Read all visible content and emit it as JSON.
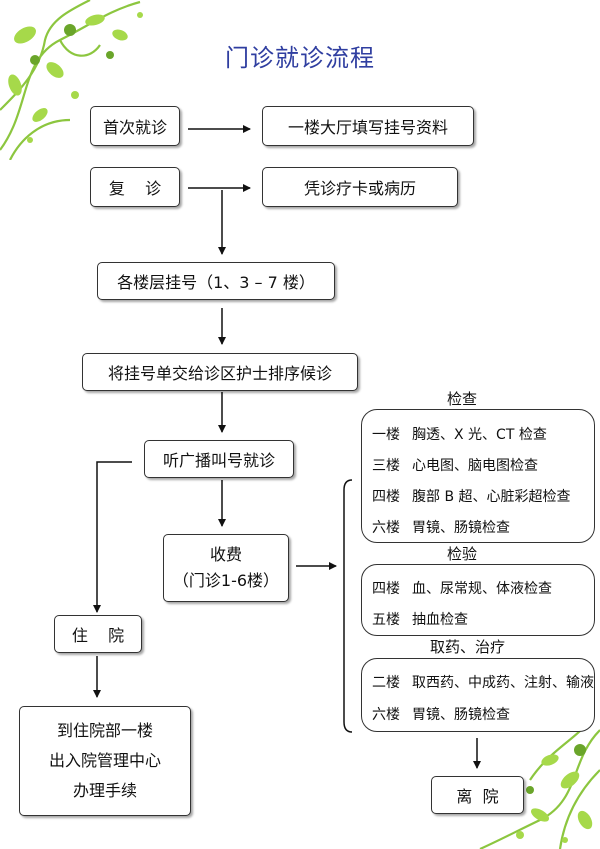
{
  "title": "门诊就诊流程",
  "steps": {
    "first_visit": "首次就诊",
    "first_visit_action": "一楼大厅填写挂号资料",
    "revisit": "复    诊",
    "revisit_action": "凭诊疗卡或病历",
    "register": "各楼层挂号（1、3 – 7 楼）",
    "queue": "将挂号单交给诊区护士排序候诊",
    "call": "听广播叫号就诊",
    "pay_line1": "收费",
    "pay_line2": "（门诊1-6楼）",
    "hospitalize": "住    院",
    "admission_line1": "到住院部一楼",
    "admission_line2": "出入院管理中心",
    "admission_line3": "办理手续",
    "leave": "离  院"
  },
  "sections": [
    {
      "label": "检查",
      "rows": [
        {
          "floor": "一楼",
          "text": "胸透、X 光、CT 检查"
        },
        {
          "floor": "三楼",
          "text": "心电图、脑电图检查"
        },
        {
          "floor": "四楼",
          "text": "腹部 B 超、心脏彩超检查"
        },
        {
          "floor": "六楼",
          "text": "胃镜、肠镜检查"
        }
      ]
    },
    {
      "label": "检验",
      "rows": [
        {
          "floor": "四楼",
          "text": "血、尿常规、体液检查"
        },
        {
          "floor": "五楼",
          "text": "抽血检查"
        }
      ]
    },
    {
      "label": "取药、治疗",
      "rows": [
        {
          "floor": "二楼",
          "text": "取西药、中成药、注射、输液"
        },
        {
          "floor": "六楼",
          "text": "胃镜、肠镜检查"
        }
      ]
    }
  ]
}
